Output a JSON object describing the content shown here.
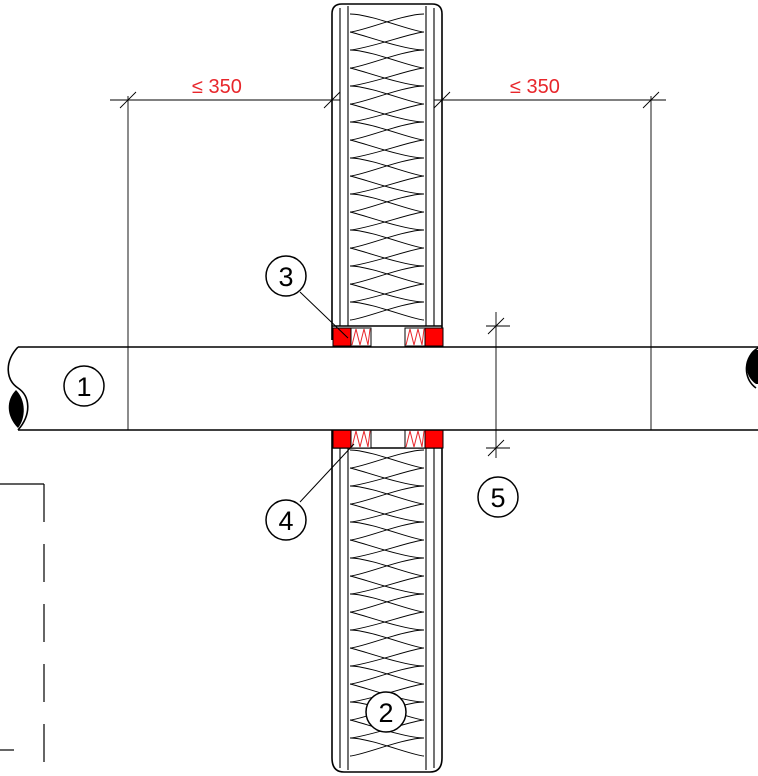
{
  "dimensions": {
    "left_distance": "≤ 350",
    "right_distance": "≤ 350"
  },
  "callouts": {
    "pipe": "1",
    "wall": "2",
    "seal_top": "3",
    "seal_bottom": "4",
    "pipe_diameter": "5"
  },
  "colors": {
    "line": "#000000",
    "dimension": "#e8262b",
    "seal_fill": "#ff0000"
  }
}
